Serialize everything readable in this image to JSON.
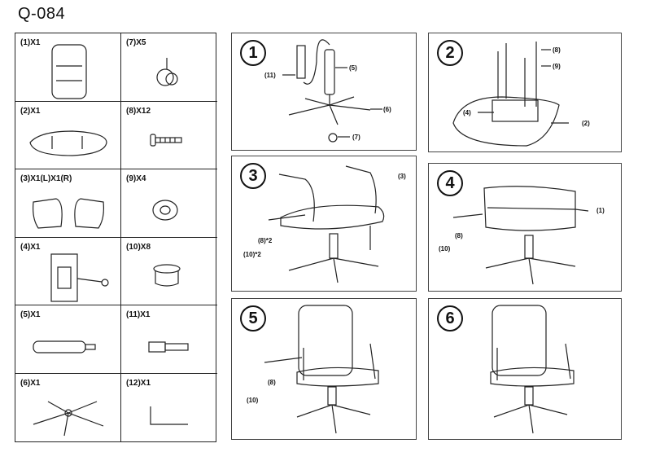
{
  "title": "Q-084",
  "parts": [
    {
      "label": "(1)X1",
      "icon": "backrest"
    },
    {
      "label": "(7)X5",
      "icon": "caster"
    },
    {
      "label": "(2)X1",
      "icon": "seat"
    },
    {
      "label": "(8)X12",
      "icon": "bolt"
    },
    {
      "label": "(3)X1(L)X1(R)",
      "icon": "armrests"
    },
    {
      "label": "(9)X4",
      "icon": "washer"
    },
    {
      "label": "(4)X1",
      "icon": "mechanism"
    },
    {
      "label": "(10)X8",
      "icon": "cap"
    },
    {
      "label": "(5)X1",
      "icon": "gas-lift"
    },
    {
      "label": "(11)X1",
      "icon": "cover"
    },
    {
      "label": "(6)X1",
      "icon": "base"
    },
    {
      "label": "(12)X1",
      "icon": "hex-key"
    }
  ],
  "steps": [
    {
      "number": "1",
      "callouts": [
        "(11)",
        "(5)",
        "(6)",
        "(7)"
      ]
    },
    {
      "number": "2",
      "callouts": [
        "(8)",
        "(9)",
        "(4)",
        "(2)"
      ]
    },
    {
      "number": "3",
      "callouts": [
        "(3)",
        "(8)*2",
        "(10)*2"
      ]
    },
    {
      "number": "4",
      "callouts": [
        "(1)",
        "(8)",
        "(10)"
      ]
    },
    {
      "number": "5",
      "callouts": [
        "(8)",
        "(10)"
      ]
    },
    {
      "number": "6",
      "callouts": []
    }
  ]
}
